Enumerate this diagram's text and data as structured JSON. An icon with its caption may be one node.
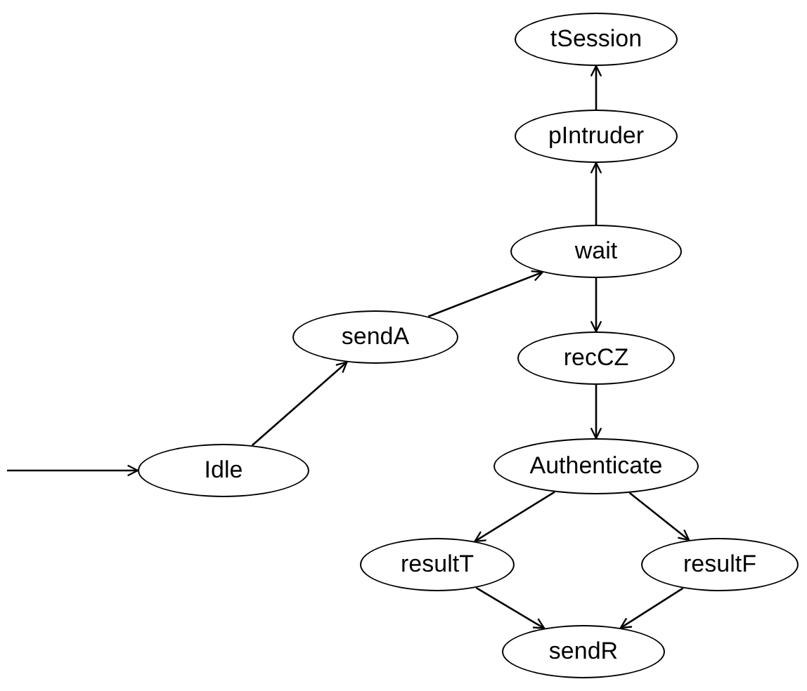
{
  "diagram": {
    "nodes": [
      {
        "text": [
          "tSession"
        ]
      },
      {
        "text": [
          "pIntruder"
        ]
      },
      {
        "text": [
          "wait"
        ]
      },
      {
        "text": [
          "sendA"
        ]
      },
      {
        "text": [
          "recCZ"
        ]
      },
      {
        "text": [
          "Idle"
        ]
      },
      {
        "text": [
          "Authenticate"
        ]
      },
      {
        "text": [
          "resultT"
        ]
      },
      {
        "text": [
          "resultF"
        ]
      },
      {
        "text": [
          "sendR"
        ]
      }
    ],
    "edges": [
      {
        "from": null,
        "to": 5,
        "arrow": "to"
      },
      {
        "from": 5,
        "to": 3,
        "arrow": "to"
      },
      {
        "from": 3,
        "to": 2,
        "arrow": "to"
      },
      {
        "from": 2,
        "to": 1,
        "arrow": "to"
      },
      {
        "from": 1,
        "to": 0,
        "arrow": "to"
      },
      {
        "from": 2,
        "to": 4,
        "arrow": "to"
      },
      {
        "from": 4,
        "to": 6,
        "arrow": "to"
      },
      {
        "from": 6,
        "to": 7,
        "arrow": "to"
      },
      {
        "from": 6,
        "to": 8,
        "arrow": "to"
      },
      {
        "from": 7,
        "to": 9,
        "arrow": "to"
      },
      {
        "from": 8,
        "to": 9,
        "arrow": "to"
      }
    ]
  }
}
